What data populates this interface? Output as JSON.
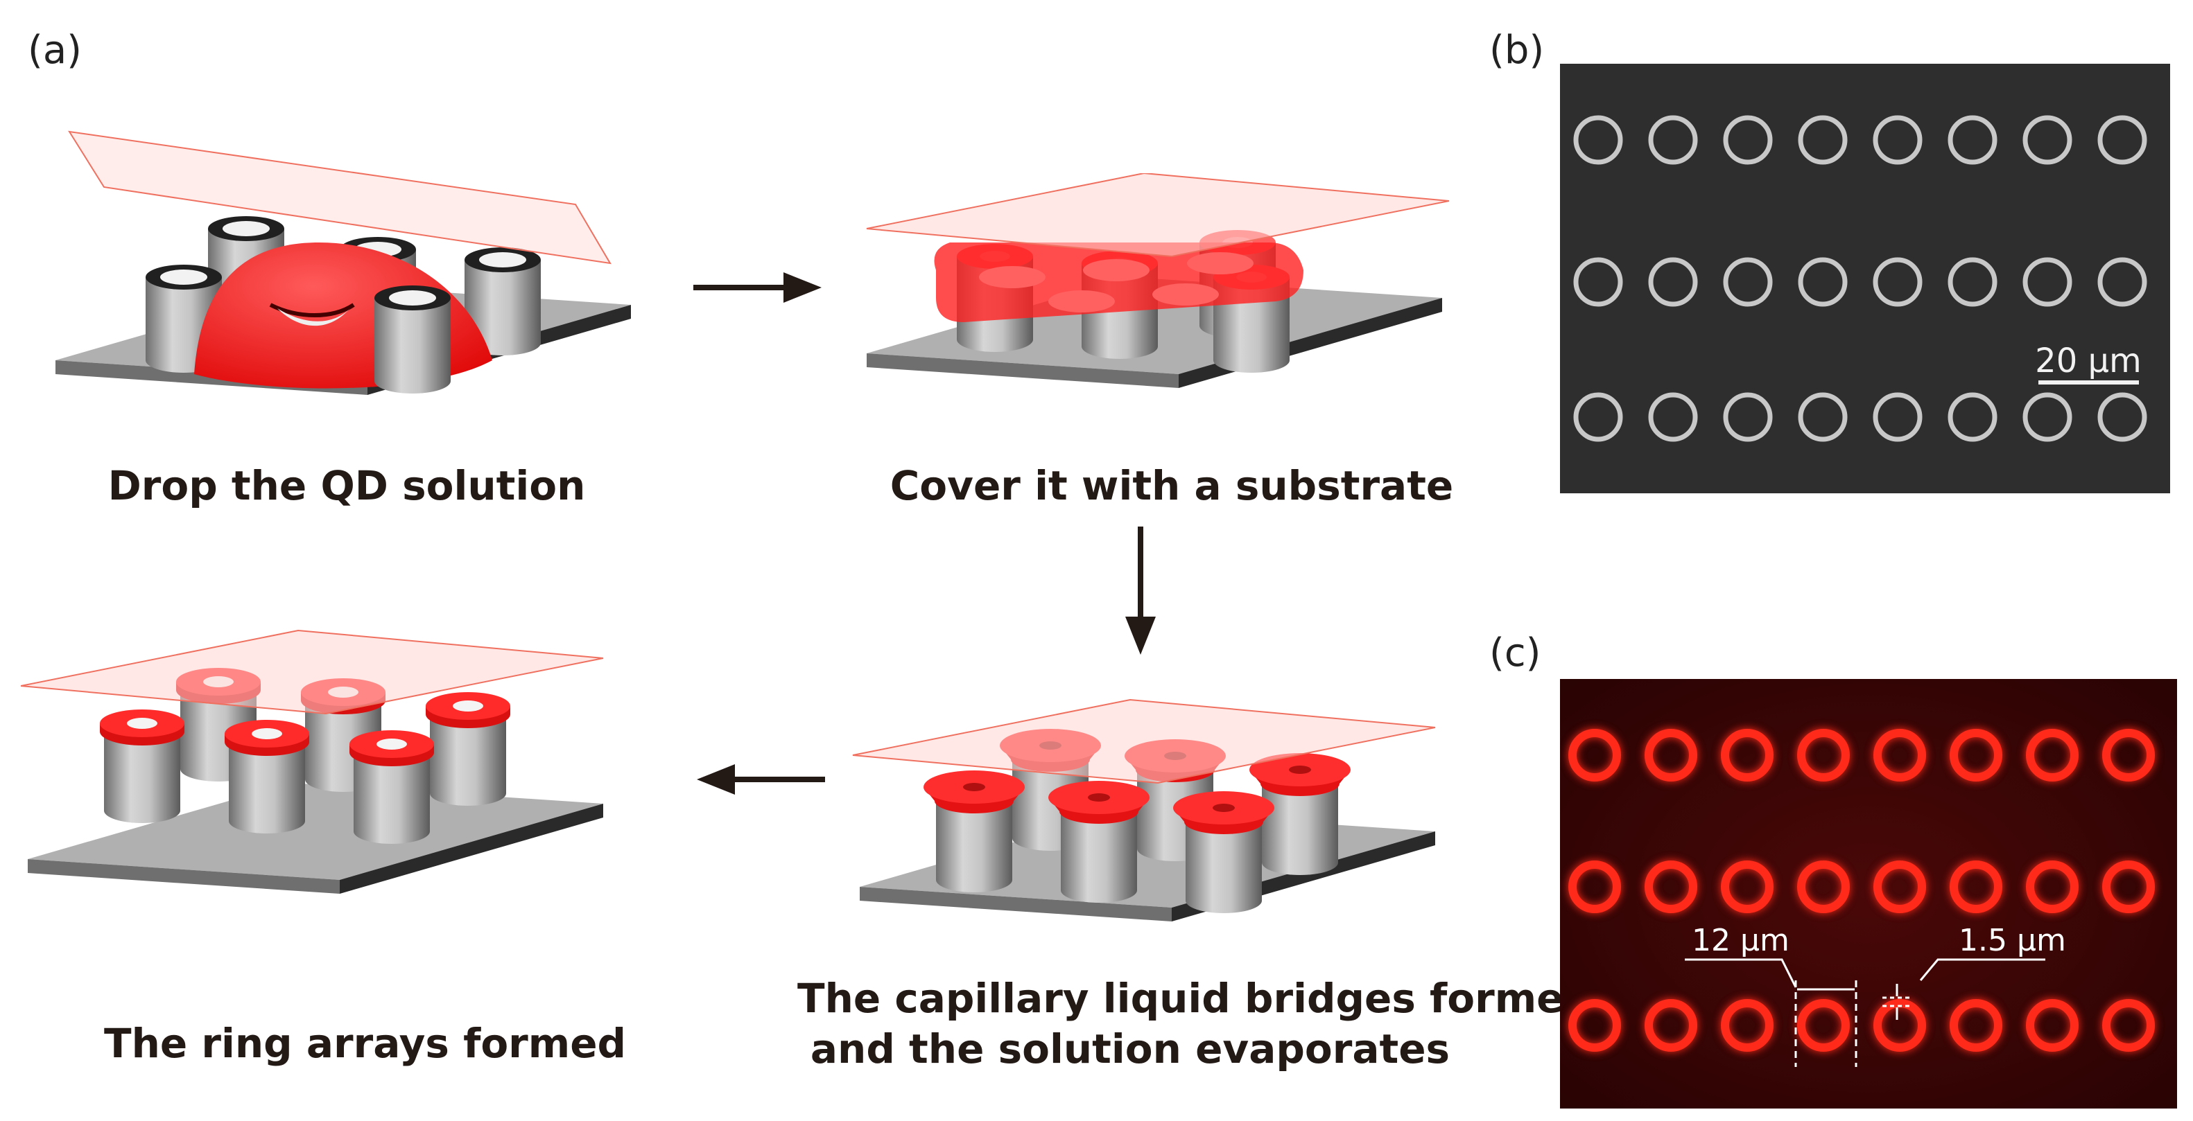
{
  "panels": {
    "a": "(a)",
    "b": "(b)",
    "c": "(c)"
  },
  "steps": [
    {
      "caption": "Drop the QD solution"
    },
    {
      "caption": "Cover it with a substrate"
    },
    {
      "caption_line1": "The capillary liquid bridges formed",
      "caption_line2": "and the solution evaporates"
    },
    {
      "caption": "The ring arrays formed"
    }
  ],
  "sem_image": {
    "scale_bar_label": "20 μm",
    "background_color": "#2e2e2e",
    "ring_color": "#c8c8c8",
    "grid": {
      "rows": 3,
      "columns": 8
    }
  },
  "fluorescence_image": {
    "label_diameter": "12 μm",
    "label_width": "1.5 μm",
    "background_color": "#3a0505",
    "ring_color": "#ff2a1a",
    "grid": {
      "rows": 3,
      "columns": 8
    }
  },
  "colors": {
    "qd_solution": "#ff2020",
    "pillar": "#b9b9b9",
    "substrate": "#9a9a9a",
    "arrow": "#231a16"
  }
}
